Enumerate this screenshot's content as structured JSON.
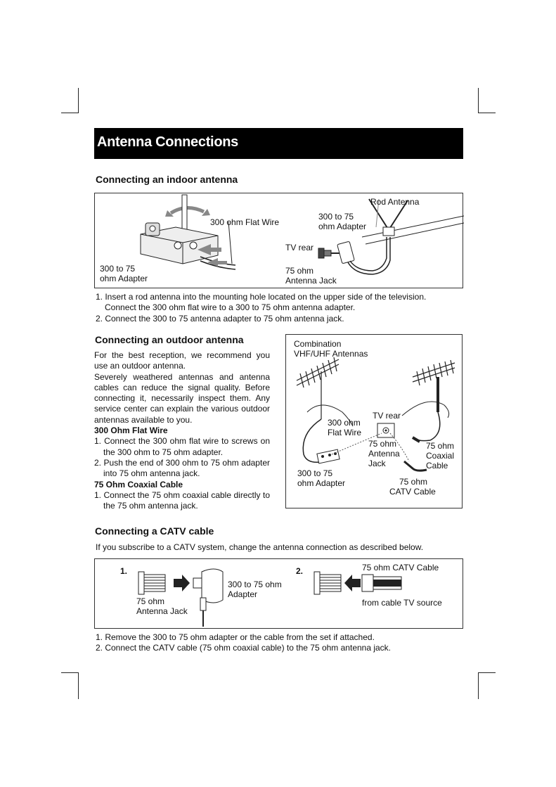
{
  "title": "Antenna Connections",
  "indoor": {
    "heading": "Connecting an indoor antenna",
    "labels": {
      "rod_antenna": "Rod Antenna",
      "adapter_right": [
        "300 to 75",
        "ohm Adapter"
      ],
      "flat_wire": "300 ohm Flat Wire",
      "tv_rear": "TV rear",
      "adapter_left": [
        "300 to 75",
        "ohm Adapter"
      ],
      "antenna_jack": [
        "75 ohm",
        "Antenna Jack"
      ]
    },
    "steps": [
      "1. Insert a rod antenna into the mounting hole located on the upper side of the television.",
      "Connect the 300 ohm flat wire to a 300 to 75 ohm antenna adapter.",
      "2. Connect the 300 to 75 antenna adapter to 75 ohm antenna jack."
    ]
  },
  "outdoor": {
    "heading": "Connecting an outdoor antenna",
    "paragraphs": [
      "For the best reception, we recommend you use an outdoor antenna.",
      "Severely weathered antennas and antenna cables can reduce the signal quality. Before connecting it, necessarily inspect them. Any service center can explain the various outdoor antennas available to you."
    ],
    "flat_heading": "300 Ohm Flat Wire",
    "flat_steps": [
      "1. Connect the 300 ohm flat wire to screws on the 300 ohm to 75 ohm adapter.",
      "2. Push the end of 300 ohm to 75 ohm adapter into 75 ohm antenna jack."
    ],
    "coax_heading": "75 Ohm Coaxial Cable",
    "coax_steps": [
      "1. Connect the 75 ohm coaxial cable directly to the 75 ohm antenna jack."
    ],
    "labels": {
      "combination": [
        "Combination",
        "VHF/UHF Antennas"
      ],
      "tv_rear": "TV rear",
      "flat_wire": [
        "300 ohm",
        "Flat Wire"
      ],
      "antenna_jack": [
        "75 ohm",
        "Antenna",
        "Jack"
      ],
      "coax_cable": [
        "75 ohm",
        "Coaxial",
        "Cable"
      ],
      "adapter": [
        "300 to 75",
        "ohm Adapter"
      ],
      "catv_cable": [
        "75 ohm",
        "CATV Cable"
      ]
    }
  },
  "catv": {
    "heading": "Connecting a CATV cable",
    "intro": "If you subscribe to a CATV system, change the antenna connection as described below.",
    "labels": {
      "step1": "1.",
      "step2": "2.",
      "adapter": [
        "300 to 75 ohm",
        "Adapter"
      ],
      "antenna_jack": [
        "75 ohm",
        "Antenna Jack"
      ],
      "catv_cable": "75 ohm CATV Cable",
      "source": "from cable TV source"
    },
    "steps": [
      "1. Remove the 300 to 75 ohm adapter or the cable from the set if attached.",
      "2. Connect the CATV cable (75 ohm coaxial cable) to the 75 ohm antenna jack."
    ]
  }
}
